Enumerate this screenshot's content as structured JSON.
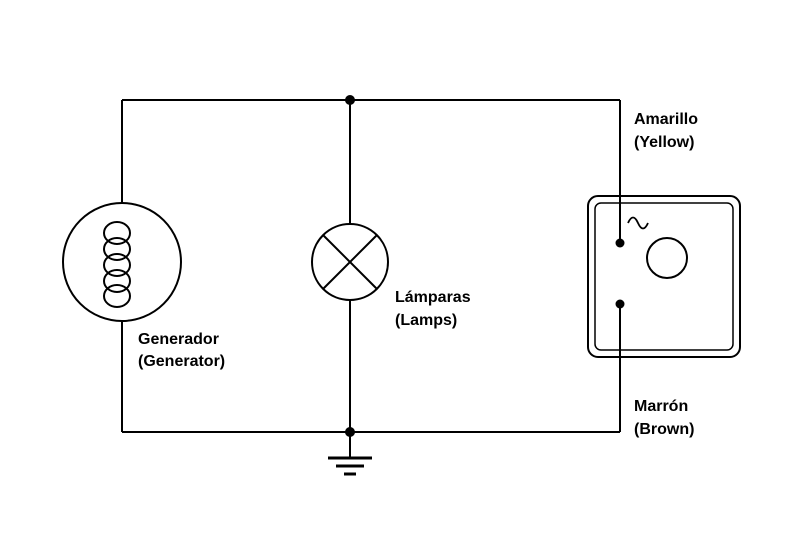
{
  "colors": {
    "line": "#000000",
    "background": "#ffffff",
    "text": "#000000"
  },
  "labels": {
    "generator": {
      "line1": "Generador",
      "line2": "(Generator)"
    },
    "lamps": {
      "line1": "Lámparas",
      "line2": "(Lamps)"
    },
    "yellow_wire": {
      "line1": "Amarillo",
      "line2": "(Yellow)"
    },
    "brown_wire": {
      "line1": "Marrón",
      "line2": "(Brown)"
    }
  },
  "symbols": {
    "generator": "generator-coil-icon",
    "lamp": "lamp-cross-icon",
    "regulator": "regulator-box-icon",
    "ac_wave": "ac-wave-icon",
    "ground": "ground-icon"
  }
}
